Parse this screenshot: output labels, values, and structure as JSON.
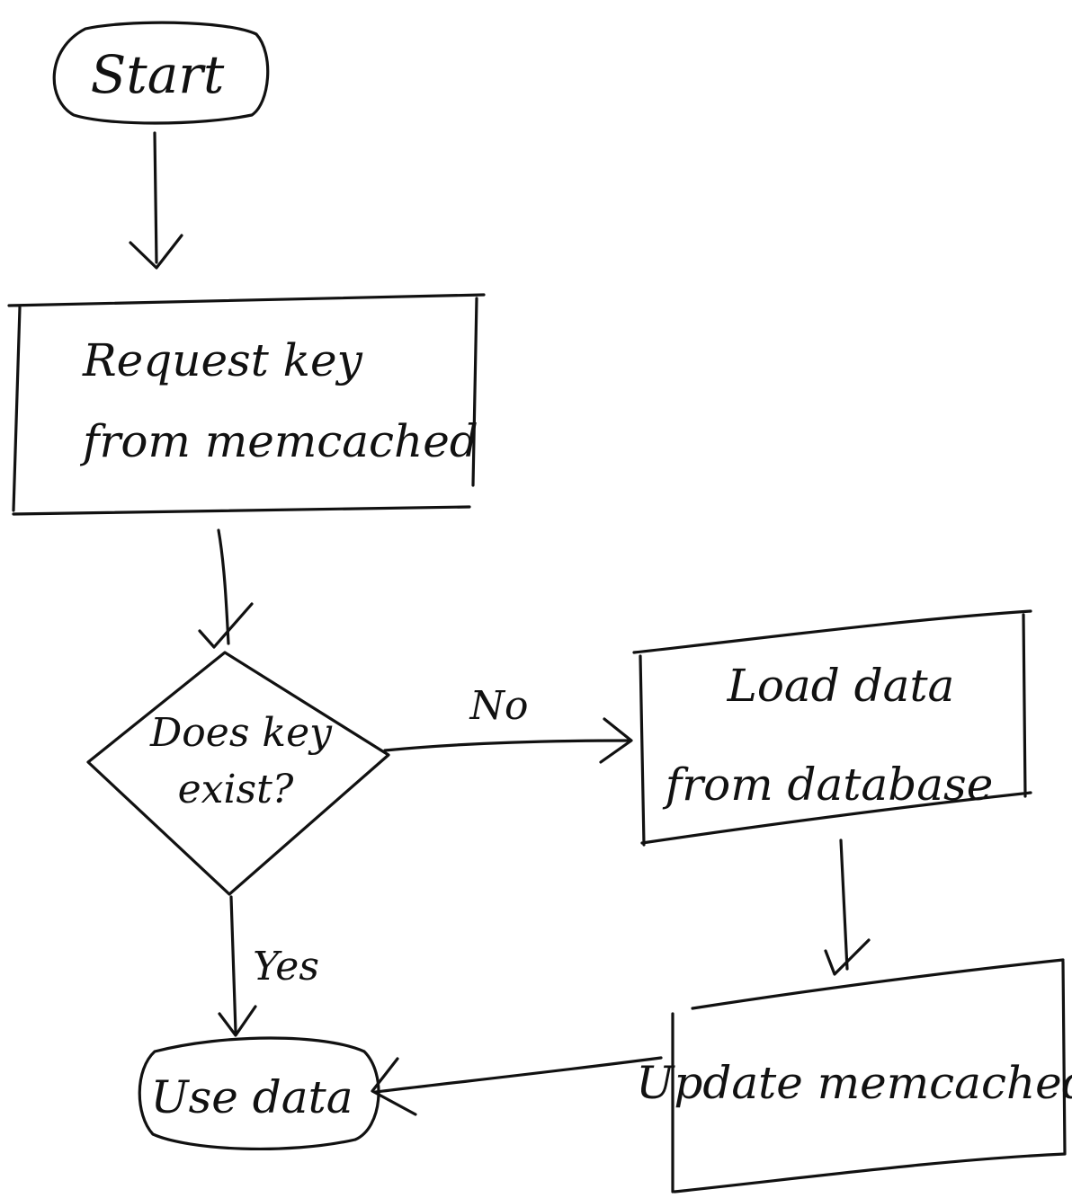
{
  "nodes": {
    "start": {
      "label": "Start"
    },
    "request": {
      "line1": "Request key",
      "line2": "from memcached"
    },
    "decision": {
      "line1": "Does key",
      "line2": "exist?"
    },
    "load": {
      "line1": "Load data",
      "line2": "from database"
    },
    "update": {
      "label": "Update memcached"
    },
    "use": {
      "label": "Use data"
    }
  },
  "edges": {
    "no_label": "No",
    "yes_label": "Yes"
  }
}
